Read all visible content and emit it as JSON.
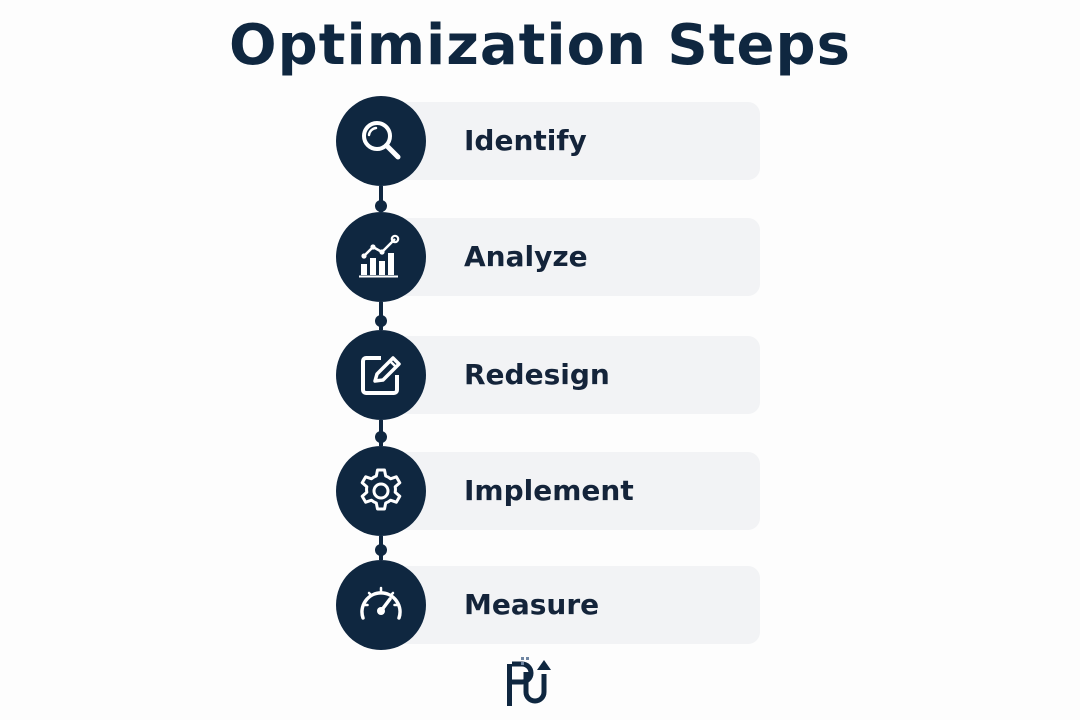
{
  "title": "Optimization Steps",
  "steps": [
    {
      "label": "Identify",
      "icon": "search-icon"
    },
    {
      "label": "Analyze",
      "icon": "bar-chart-trend-icon"
    },
    {
      "label": "Redesign",
      "icon": "edit-pencil-icon"
    },
    {
      "label": "Implement",
      "icon": "gear-icon"
    },
    {
      "label": "Measure",
      "icon": "speedometer-icon"
    }
  ],
  "colors": {
    "primary": "#0f2740",
    "card": "#f2f3f5",
    "background": "#fdfdfd",
    "icon": "#ffffff"
  },
  "logo": {
    "icon": "brand-logo-icon"
  }
}
